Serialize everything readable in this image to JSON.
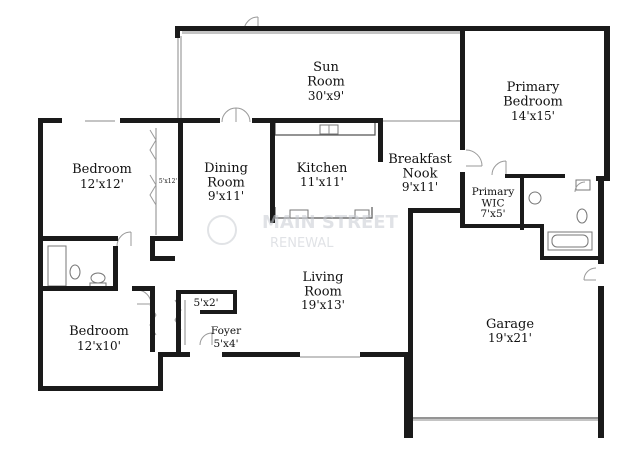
{
  "rooms": {
    "sun_room": {
      "name": "Sun\nRoom",
      "dim": "30'x9'"
    },
    "primary_bedroom": {
      "name": "Primary\nBedroom",
      "dim": "14'x15'"
    },
    "bedroom_1": {
      "name": "Bedroom",
      "dim": "12'x12'"
    },
    "dining_room": {
      "name": "Dining\nRoom",
      "dim": "9'x11'"
    },
    "kitchen": {
      "name": "Kitchen",
      "dim": "11'x11'"
    },
    "breakfast_nook": {
      "name": "Breakfast\nNook",
      "dim": "9'x11'"
    },
    "primary_wic": {
      "name": "Primary\nWIC",
      "dim": "7'x5'"
    },
    "closet_small": {
      "dim": "5'x12'"
    },
    "living_room": {
      "name": "Living\nRoom",
      "dim": "19'x13'"
    },
    "bedroom_2": {
      "name": "Bedroom",
      "dim": "12'x10'"
    },
    "foyer_closet": {
      "dim": "5'x2'"
    },
    "foyer": {
      "name": "Foyer",
      "dim": "5'x4'"
    },
    "garage": {
      "name": "Garage",
      "dim": "19'x21'"
    }
  },
  "watermark": {
    "line1": "MAIN STREET",
    "line2": "RENEWAL"
  }
}
